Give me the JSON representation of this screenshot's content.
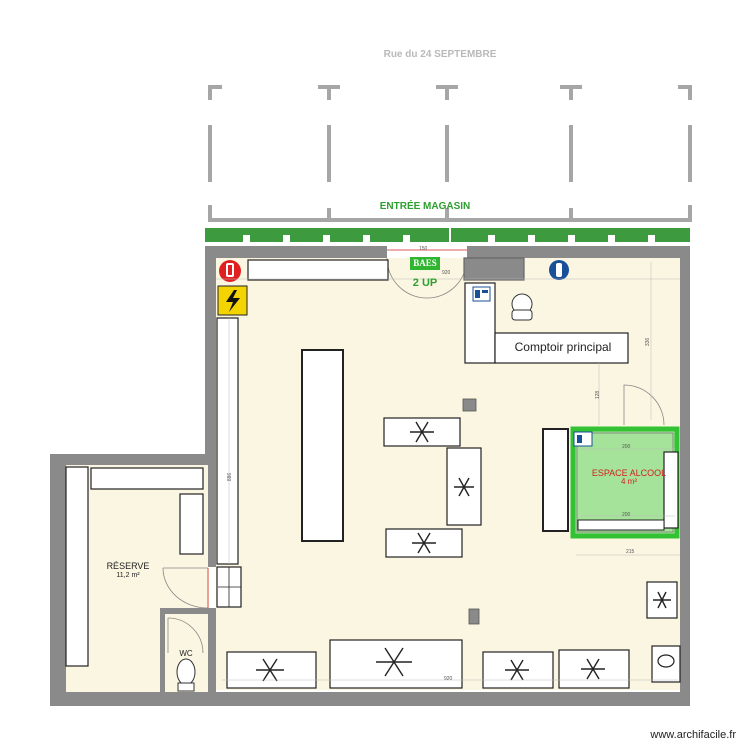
{
  "street_label": "Rue du 24 SEPTEMBRE",
  "entrance_label": "ENTRÉE MAGASIN",
  "baes_label": "BAES",
  "up_label": "2 UP",
  "counter_label": "Comptoir principal",
  "alcohol_zone": {
    "name": "ESPACE ALCOOL",
    "area": "4 m²"
  },
  "reserve": {
    "name": "RÉSERVE",
    "area": "11,2 m²"
  },
  "wc_label": "WC",
  "watermark": "www.archifacile.fr",
  "dimensions": {
    "door_width": "150",
    "wall_top": "920",
    "wall_bottom": "920",
    "right_height": "336",
    "counter_gap": "128",
    "shelf_length": "886",
    "alcohol_top": "200",
    "alcohol_bottom": "200",
    "alcohol_offset": "215"
  },
  "colors": {
    "wall": "#8a8a8a",
    "floor": "#fbf6e1",
    "alcohol_zone": "#a5e39a",
    "alcohol_border": "#33c233",
    "window_frame": "#a6a6a6",
    "entrance_strip": "#3e9a3e",
    "baes": "#2fb52f"
  }
}
